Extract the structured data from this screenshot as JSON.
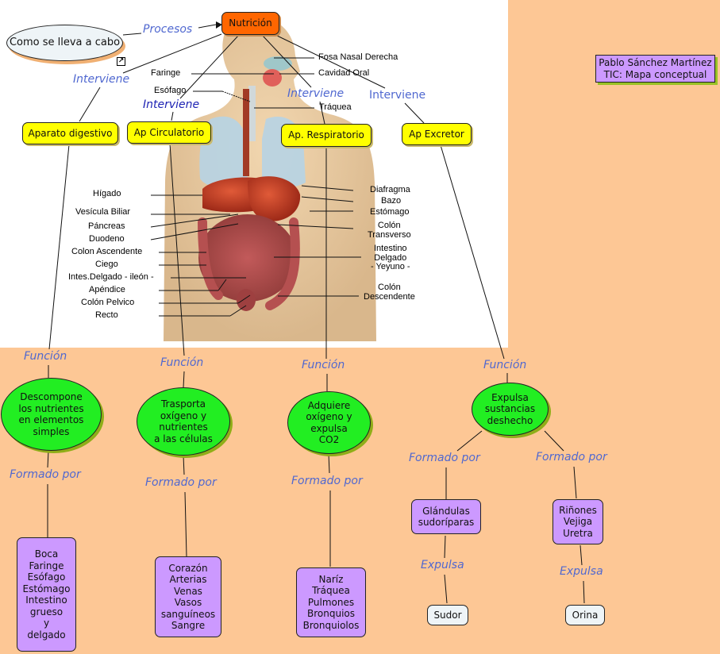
{
  "root": {
    "label": "Nutrición",
    "color": "#FF6600"
  },
  "question_node": {
    "label": "Como se lleva a cabo"
  },
  "root_link": {
    "label": "Procesos"
  },
  "author_box": {
    "line1": "Pablo Sánchez Martínez",
    "line2": "TIC: Mapa conceptual"
  },
  "systems": [
    {
      "link": "Interviene",
      "label": "Aparato digestivo",
      "function_link": "Función",
      "function": "Descompone\nlos nutrientes\nen elementos\nsimples",
      "parts_link": "Formado por",
      "parts": "Boca\nFaringe\nEsófago\nEstómago\nIntestino\n grueso\ny\ndelgado"
    },
    {
      "link": "Interviene",
      "label": "Ap Circulatorio",
      "function_link": "Función",
      "function": "Trasporta\noxígeno y\nnutrientes\na las células",
      "parts_link": "Formado por",
      "parts": "Corazón\nArterias\nVenas\nVasos\nsanguíneos\nSangre"
    },
    {
      "link": "Interviene",
      "label": "Ap. Respiratorio",
      "function_link": "Función",
      "function": "Adquiere\noxígeno y\nexpulsa\nCO2",
      "parts_link": "Formado por",
      "parts": "Naríz\nTráquea\nPulmones\nBronquios\nBronquiolos"
    },
    {
      "link": "Interviene",
      "label": "Ap Excretor",
      "function_link": "Función",
      "function": "Expulsa\nsustancias\ndeshecho",
      "branches": [
        {
          "parts_link": "Formado por",
          "parts": "Glándulas\nsudoríparas",
          "output_link": "Expulsa",
          "output": "Sudor"
        },
        {
          "parts_link": "Formado por",
          "parts": "Riñones\nVejiga\nUretra",
          "output_link": "Expulsa",
          "output": "Orina"
        }
      ]
    }
  ],
  "anatomy_labels": {
    "left": [
      "Faringe",
      "Esófago",
      "Hígado",
      "Vesícula Biliar",
      "Páncreas",
      "Duodeno",
      "Colon Ascendente",
      "Ciego",
      "Intes.Delgado - ileón -",
      "Apéndice",
      "Colón Pelvico",
      "Recto"
    ],
    "right": [
      "Fosa Nasal Derecha",
      "Cavidad Oral",
      "Tráquea",
      "Diafragma",
      "Bazo",
      "Estómago",
      "Colón\nTransverso",
      "Intestino\nDelgado\n- Yeyuno -",
      "Colón\nDescendente"
    ]
  },
  "icons": {
    "link_icon": "external-link-icon"
  },
  "colors": {
    "background": "#FDC795",
    "link_text": "#5068D0",
    "system_box": "#FFFF00",
    "function_node": "#22EE22",
    "parts_box": "#CC99FF"
  }
}
